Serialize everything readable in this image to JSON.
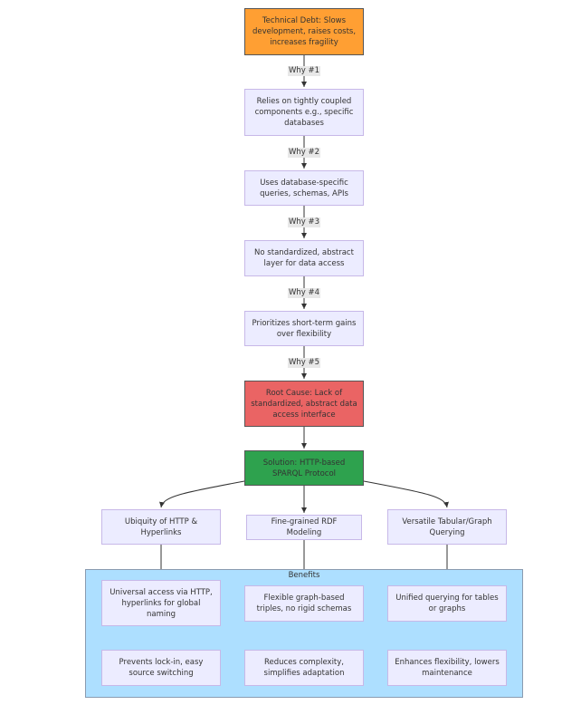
{
  "nodes": {
    "tech_debt": "Technical Debt: Slows development, raises costs, increases fragility",
    "why1": "Relies on tightly coupled components e.g., specific databases",
    "why2": "Uses database-specific queries, schemas, APIs",
    "why3": "No standardized, abstract layer for data access",
    "why4": "Prioritizes short-term gains over flexibility",
    "root_cause": "Root Cause: Lack of standardized, abstract data access interface",
    "solution": "Solution: HTTP-based SPARQL Protocol",
    "ubiquity": "Ubiquity of HTTP & Hyperlinks",
    "rdf": "Fine-grained RDF Modeling",
    "versatile": "Versatile Tabular/Graph Querying",
    "universal": "Universal access via HTTP, hyperlinks for global naming",
    "flexible": "Flexible graph-based triples, no rigid schemas",
    "unified": "Unified querying for tables or graphs",
    "prevents": "Prevents lock-in, easy source switching",
    "reduces": "Reduces complexity, simplifies adaptation",
    "enhances": "Enhances flexibility, lowers maintenance"
  },
  "edge_labels": {
    "why1": "Why #1",
    "why2": "Why #2",
    "why3": "Why #3",
    "why4": "Why #4",
    "why5": "Why #5"
  },
  "group": {
    "benefits_title": "Benefits"
  },
  "colors": {
    "tech_debt_fill": "#FF9F33",
    "root_cause_fill": "#EA6464",
    "solution_fill": "#2EA24E",
    "default_fill": "#ECECFF",
    "benefits_fill": "#ADDFFF",
    "edge": "#333333"
  }
}
